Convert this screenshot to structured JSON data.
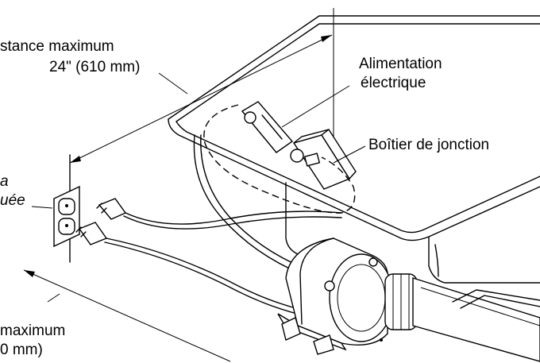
{
  "labels": {
    "top_distance_line1": "stance maximum",
    "top_distance_line2": "24\" (610 mm)",
    "power_line1": "Alimentation",
    "power_line2": "électrique",
    "junction_box": "Boîtier de jonction",
    "outlet_line1": "a",
    "outlet_line2": "uée",
    "bottom_distance_line1": "maximum",
    "bottom_distance_line2": "0 mm)"
  },
  "colors": {
    "ink": "#000000",
    "paper": "#ffffff"
  }
}
